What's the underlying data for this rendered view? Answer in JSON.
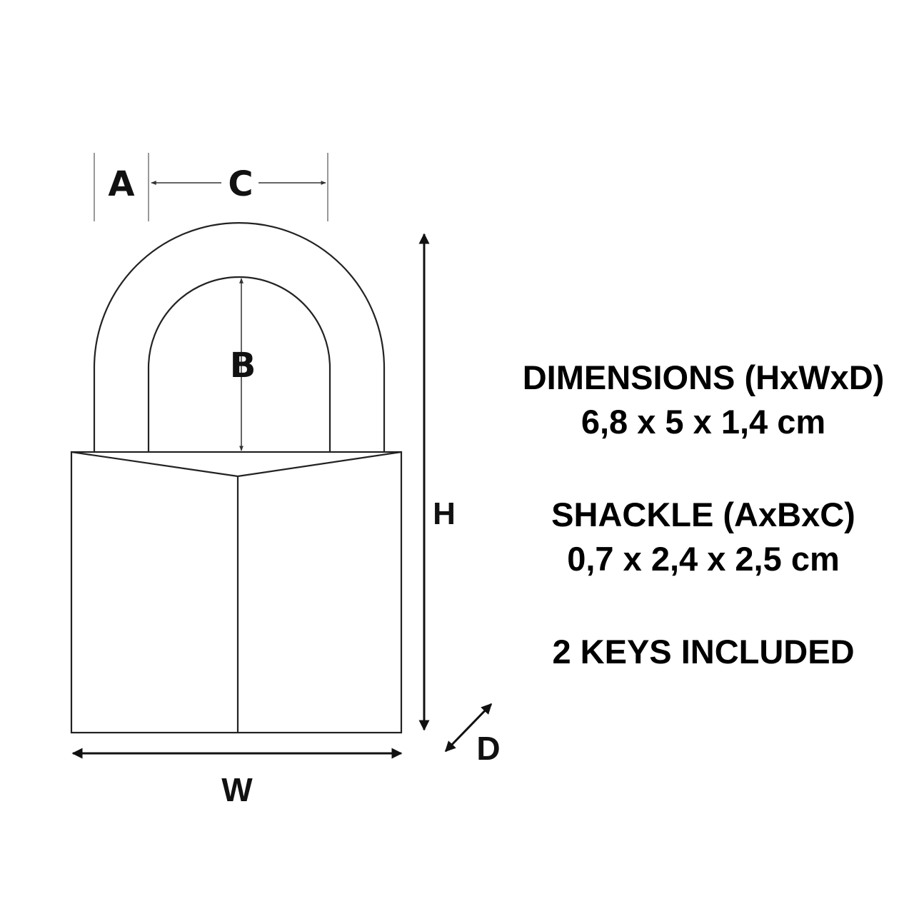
{
  "diagram": {
    "subject": "padlock",
    "labels": {
      "A": "A",
      "B": "B",
      "C": "C",
      "H": "H",
      "W": "W",
      "D": "D"
    },
    "colors": {
      "line": "#222222",
      "guide": "#777777",
      "text": "#000000",
      "background": "#ffffff"
    }
  },
  "specs": {
    "dimensions_title": "DIMENSIONS (HxWxD)",
    "dimensions_value": "6,8 x 5 x 1,4 cm",
    "shackle_title": "SHACKLE (AxBxC)",
    "shackle_value": "0,7 x 2,4 x 2,5 cm",
    "keys": "2 KEYS INCLUDED"
  }
}
